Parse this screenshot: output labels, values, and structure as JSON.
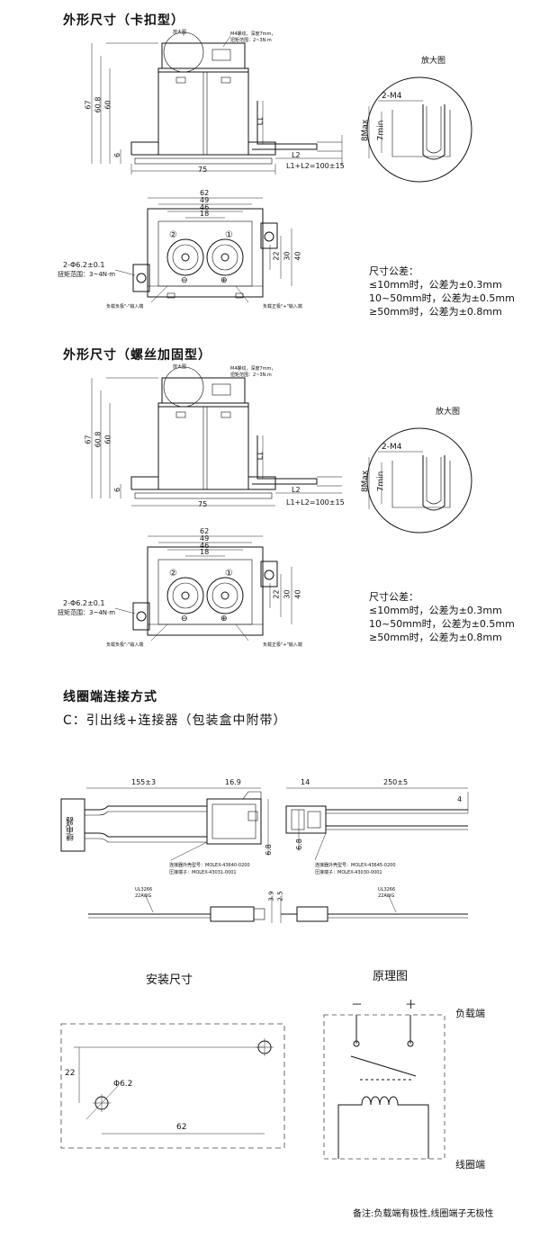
{
  "section1": {
    "title": "外形尺寸（卡扣型）",
    "callout_mag": "放大图",
    "callout_thread": "M4螺纹，深度7mm，",
    "callout_torque": "扭矩范围：2~3N.m",
    "dim_67": "67",
    "dim_608": "60.8",
    "dim_60": "60",
    "dim_6": "6",
    "dim_75": "75",
    "dim_L1": "L1",
    "dim_L2": "L2",
    "dim_L1L2": "L1+L2=100±15",
    "dim_62": "62",
    "dim_49": "49",
    "dim_46": "46",
    "dim_18": "18",
    "dim_22": "22",
    "dim_30": "30",
    "dim_40": "40",
    "hole_label": "2-Φ6.2±0.1",
    "torque_label": "扭矩范围：3~4N·m",
    "term_neg": "负载负极\"-\"输入端",
    "term_pos": "负载正极\"+\"输入端",
    "term1": "①",
    "term2": "②",
    "detail_title": "放大图",
    "detail_m4": "2-M4",
    "detail_8max": "8Max",
    "detail_7min": "7min",
    "tolerance": [
      "尺寸公差：",
      "≤10mm时，公差为±0.3mm",
      "10~50mm时，公差为±0.5mm",
      "≥50mm时，公差为±0.8mm"
    ]
  },
  "section2": {
    "title": "外形尺寸（螺丝加固型）",
    "callout_mag": "放大图",
    "callout_thread": "M4螺纹，深度7mm，",
    "callout_torque": "扭矩范围：2~3N.m",
    "dim_67": "67",
    "dim_608": "60.8",
    "dim_60": "60",
    "dim_6": "6",
    "dim_75": "75",
    "dim_L1": "L1",
    "dim_L2": "L2",
    "dim_L1L2": "L1+L2=100±15",
    "dim_62": "62",
    "dim_49": "49",
    "dim_46": "46",
    "dim_18": "18",
    "dim_22": "22",
    "dim_30": "30",
    "dim_40": "40",
    "hole_label": "2-Φ6.2±0.1",
    "torque_label": "扭矩范围：3~4N·m",
    "term_neg": "负载负极\"-\"输入端",
    "term_pos": "负载正极\"+\"输入端",
    "term1": "①",
    "term2": "②",
    "detail_title": "放大图",
    "detail_m4": "2-M4",
    "detail_8max": "8Max",
    "detail_7min": "7min",
    "tolerance": [
      "尺寸公差：",
      "≤10mm时，公差为±0.3mm",
      "10~50mm时，公差为±0.5mm",
      "≥50mm时，公差为±0.8mm"
    ]
  },
  "coil": {
    "title": "线圈端连接方式",
    "subtitle": "C：引出线+连接器（包装盒中附带）",
    "relay_label": "继电器",
    "dim_155": "155±3",
    "dim_169": "16.9",
    "dim_68a": "6.8",
    "dim_14": "14",
    "dim_250": "250±5",
    "dim_4": "4",
    "dim_68b": "6.8",
    "conn_left_1": "连接器外壳型号：MOLEX-43640-0200",
    "conn_left_2": "压接端子：MOLEX-43031-0001",
    "conn_right_1": "连接器外壳型号：MOLEX-43645-0200",
    "conn_right_2": "压接端子：MOLEX-43030-0001",
    "dim_39": "3.9",
    "dim_25": "2.5",
    "wire_left_1": "UL3266",
    "wire_left_2": "22AWG",
    "wire_right_1": "UL3266",
    "wire_right_2": "22AWG"
  },
  "install": {
    "title": "安装尺寸",
    "dim_22": "22",
    "dim_dia": "Φ6.2",
    "dim_62": "62"
  },
  "principle": {
    "title": "原理图",
    "minus": "－",
    "plus": "＋",
    "load_end": "负载端",
    "coil_end": "线圈端"
  },
  "footer": {
    "note": "备注:负载端有极性,线圈端子无极性"
  }
}
